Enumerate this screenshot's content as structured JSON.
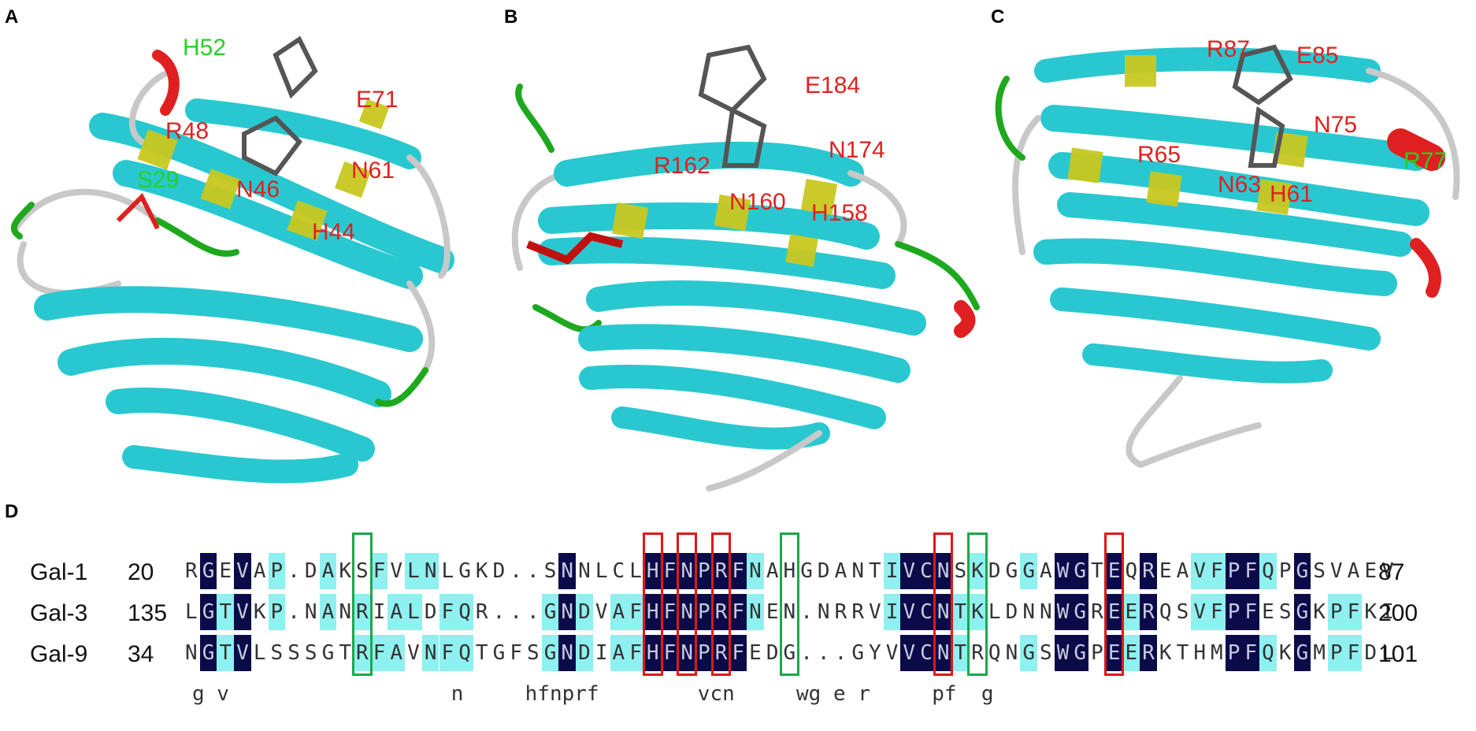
{
  "panels": {
    "A": {
      "letter": "A",
      "residues_red": [
        "E71",
        "R48",
        "N61",
        "N46",
        "H44"
      ],
      "residues_green": [
        "H52",
        "S29"
      ]
    },
    "B": {
      "letter": "B",
      "residues_red": [
        "E184",
        "R162",
        "N174",
        "N160",
        "H158"
      ],
      "residues_green": []
    },
    "C": {
      "letter": "C",
      "residues_red": [
        "R87",
        "E85",
        "N75",
        "R65",
        "N63",
        "H61"
      ],
      "residues_green": [
        "R77"
      ]
    },
    "D": {
      "letter": "D"
    }
  },
  "alignment": {
    "rows": [
      {
        "name": "Gal-1",
        "start": "20",
        "end": "87",
        "seq": "RGEVAP.DAKSFVLNLGKD..SNNLCLHFNPRFNAHGDANTIVCNSKDGGAWGTEQREAVFPFQPGSVAEV"
      },
      {
        "name": "Gal-3",
        "start": "135",
        "end": "200",
        "seq": "LGTVKP.NANRIALDFQR...GNDVAFHFNPRFNEN.NRRVIVCNTKLDNNWGREERQSVFPFESGKPFKI"
      },
      {
        "name": "Gal-9",
        "start": "34",
        "end": "101",
        "seq": "NGTVLSSSGTRFAVNFQTGFSGNDIAFHFNPRFEDG...GYVVCNTRQNGSWGPEERKTHMPFQKGMPFDL"
      }
    ],
    "consensus": "g v                  n     hfnprf        vcn     wg e r     pf  g     "
  },
  "colors": {
    "helix": "#29c8d0",
    "sheet_yellow": "#c8c820",
    "coil": "#c8c8c8",
    "turn_green": "#1ea81e",
    "ligand": "#555555",
    "dark_conserved": "#0b0b4a",
    "light_similar": "#8ff0f0",
    "box_red": "#e01818",
    "box_green": "#1aa84a"
  }
}
